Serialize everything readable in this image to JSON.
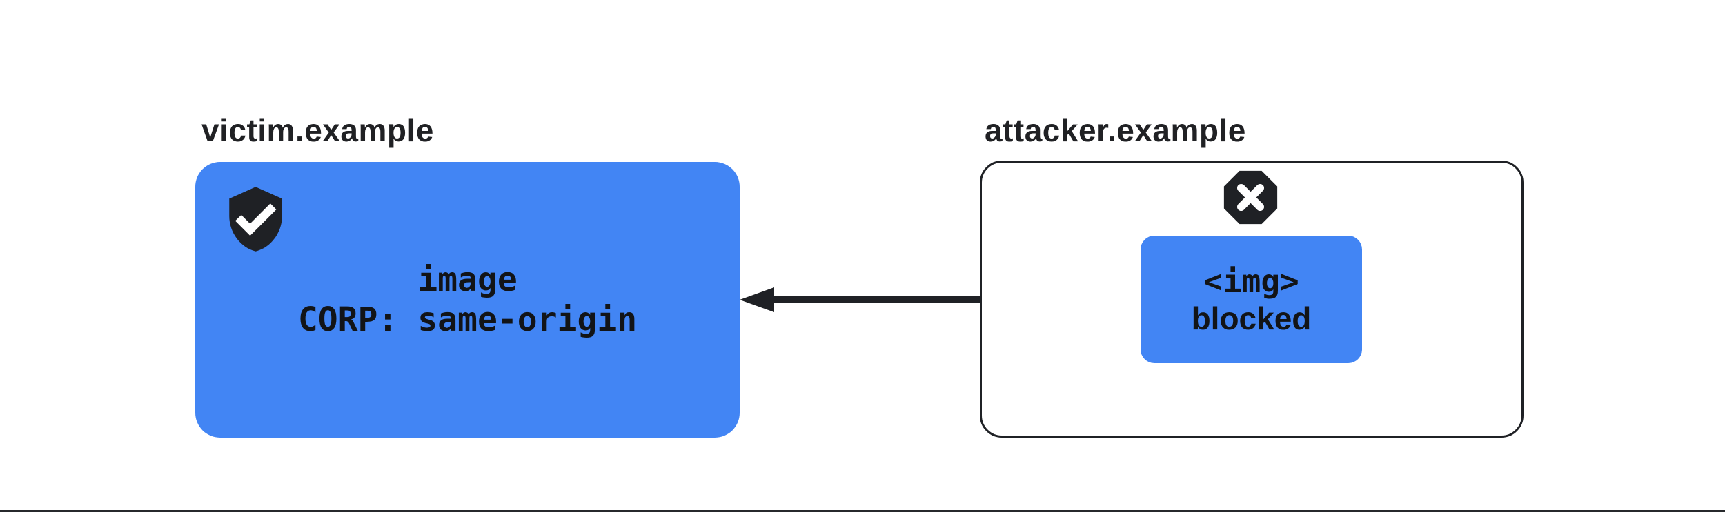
{
  "diagram": {
    "victim": {
      "label": "victim.example",
      "card": {
        "line1": "image",
        "line2": "CORP: same-origin"
      },
      "icon": "shield-check-icon"
    },
    "attacker": {
      "label": "attacker.example",
      "card": {
        "line1": "<img>",
        "line2": "blocked"
      },
      "icon": "dangerous-octagon-x-icon"
    },
    "arrow": {
      "direction": "right-to-left"
    },
    "colors": {
      "accent_blue": "#4285F4",
      "ink": "#1F2125",
      "background": "#FFFFFF"
    }
  }
}
